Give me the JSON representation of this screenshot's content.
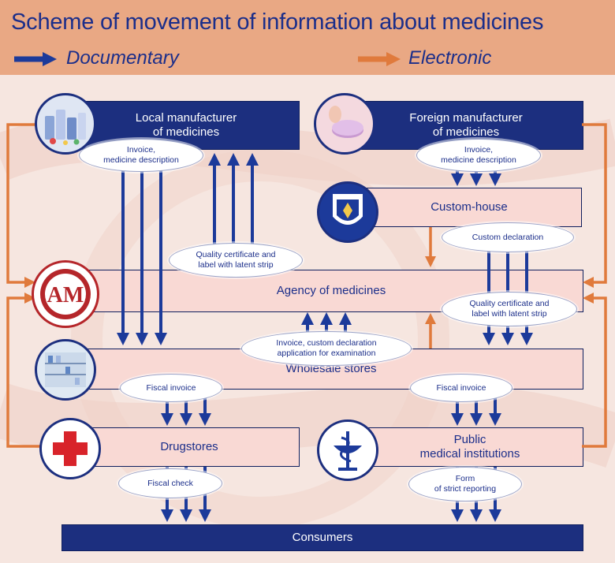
{
  "title": "Scheme of movement of information about medicines",
  "legend": {
    "documentary": "Documentary",
    "electronic": "Electronic"
  },
  "nodes": {
    "local_manufacturer": "Local manufacturer\nof medicines",
    "foreign_manufacturer": "Foreign manufacturer\nof medicines",
    "custom_house": "Custom-house",
    "agency": "Agency of medicines",
    "wholesale": "Wholesale stores",
    "drugstores": "Drugstores",
    "public_medical": "Public\nmedical institutions",
    "consumers": "Consumers"
  },
  "documents": {
    "invoice_local": "Invoice,\nmedicine description",
    "invoice_foreign": "Invoice,\nmedicine description",
    "custom_declaration": "Custom declaration",
    "quality_cert_left": "Quality certificate and\nlabel with latent strip",
    "quality_cert_right": "Quality certificate and\nlabel with latent strip",
    "invoice_custom_app": "Invoice, custom declaration\napplication for examination",
    "fiscal_invoice_left": "Fiscal invoice",
    "fiscal_invoice_right": "Fiscal invoice",
    "fiscal_check": "Fiscal check",
    "form_strict": "Form\nof strict reporting"
  },
  "icons": {
    "local_manufacturer": "medicine-bottles-icon",
    "foreign_manufacturer": "pill-icon",
    "custom_house": "customs-emblem-icon",
    "agency": "am-logo-icon",
    "wholesale": "pharmacy-shelves-icon",
    "drugstores": "red-cross-icon",
    "public_medical": "bowl-of-hygieia-icon"
  },
  "colors": {
    "documentary_arrow": "#1c3a9a",
    "electronic_arrow": "#e07a3c",
    "node_dark": "#1c2f7f",
    "node_light": "#f9d9d4",
    "header": "#e9a884"
  }
}
